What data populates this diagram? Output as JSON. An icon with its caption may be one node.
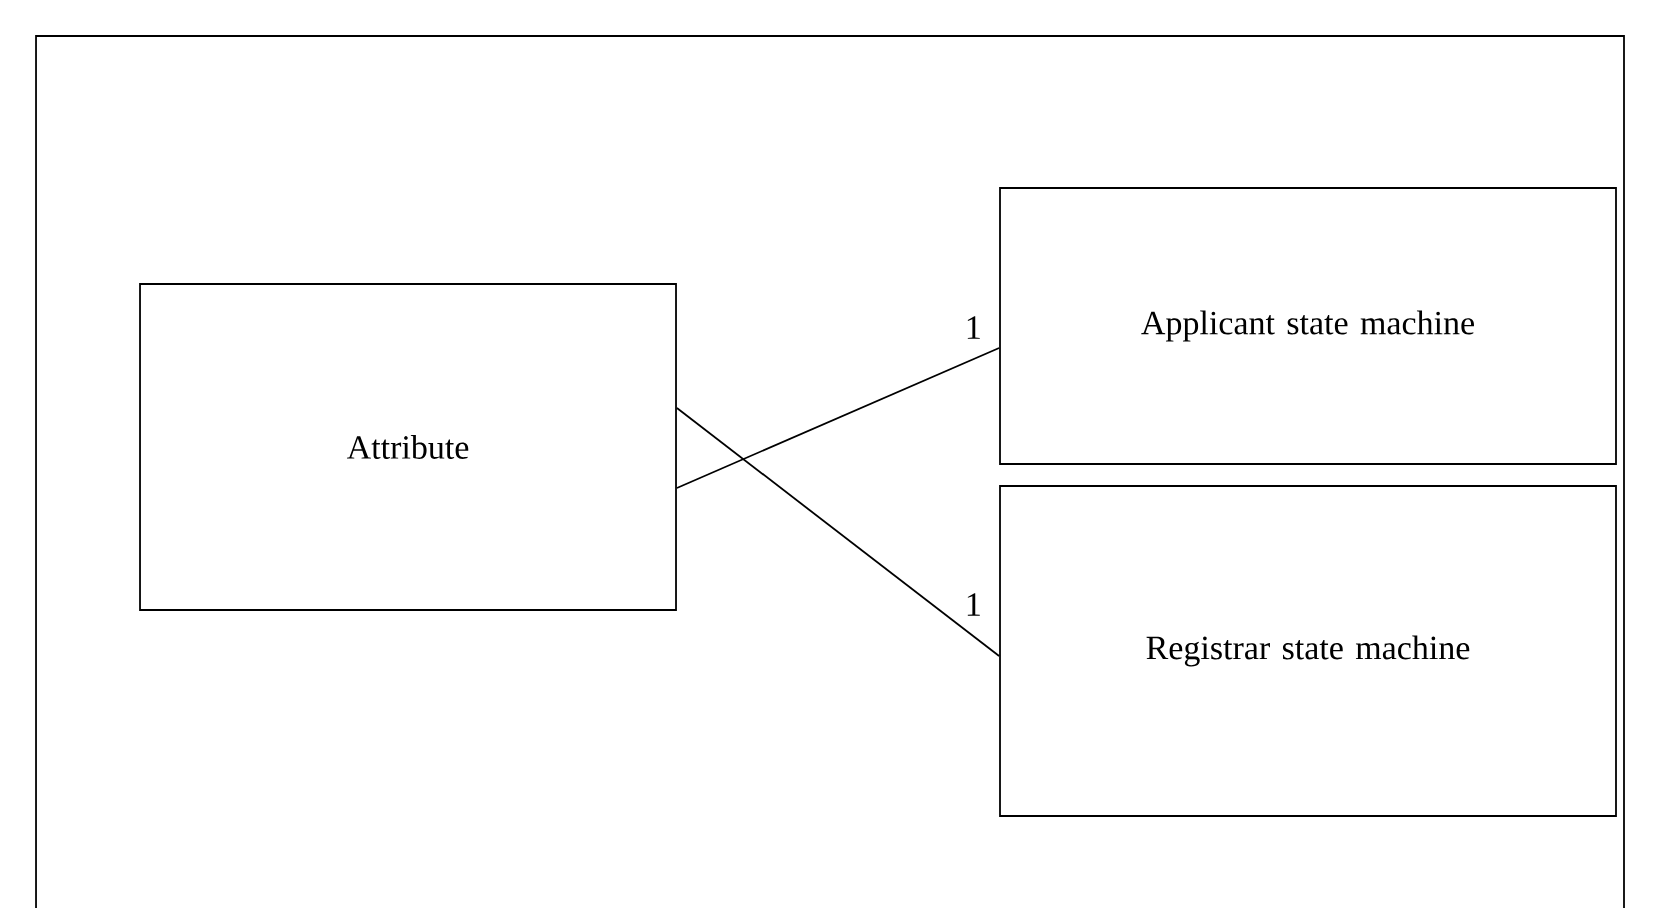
{
  "diagram": {
    "nodes": [
      {
        "text": [
          "Attribute"
        ]
      },
      {
        "text": [
          "Applicant state machine"
        ]
      },
      {
        "text": [
          "Registrar state machine"
        ]
      }
    ],
    "edges": [
      {
        "from": 0,
        "to": 1,
        "arrow": "none",
        "label": "1"
      },
      {
        "from": 0,
        "to": 2,
        "arrow": "none",
        "label": "1"
      }
    ]
  }
}
